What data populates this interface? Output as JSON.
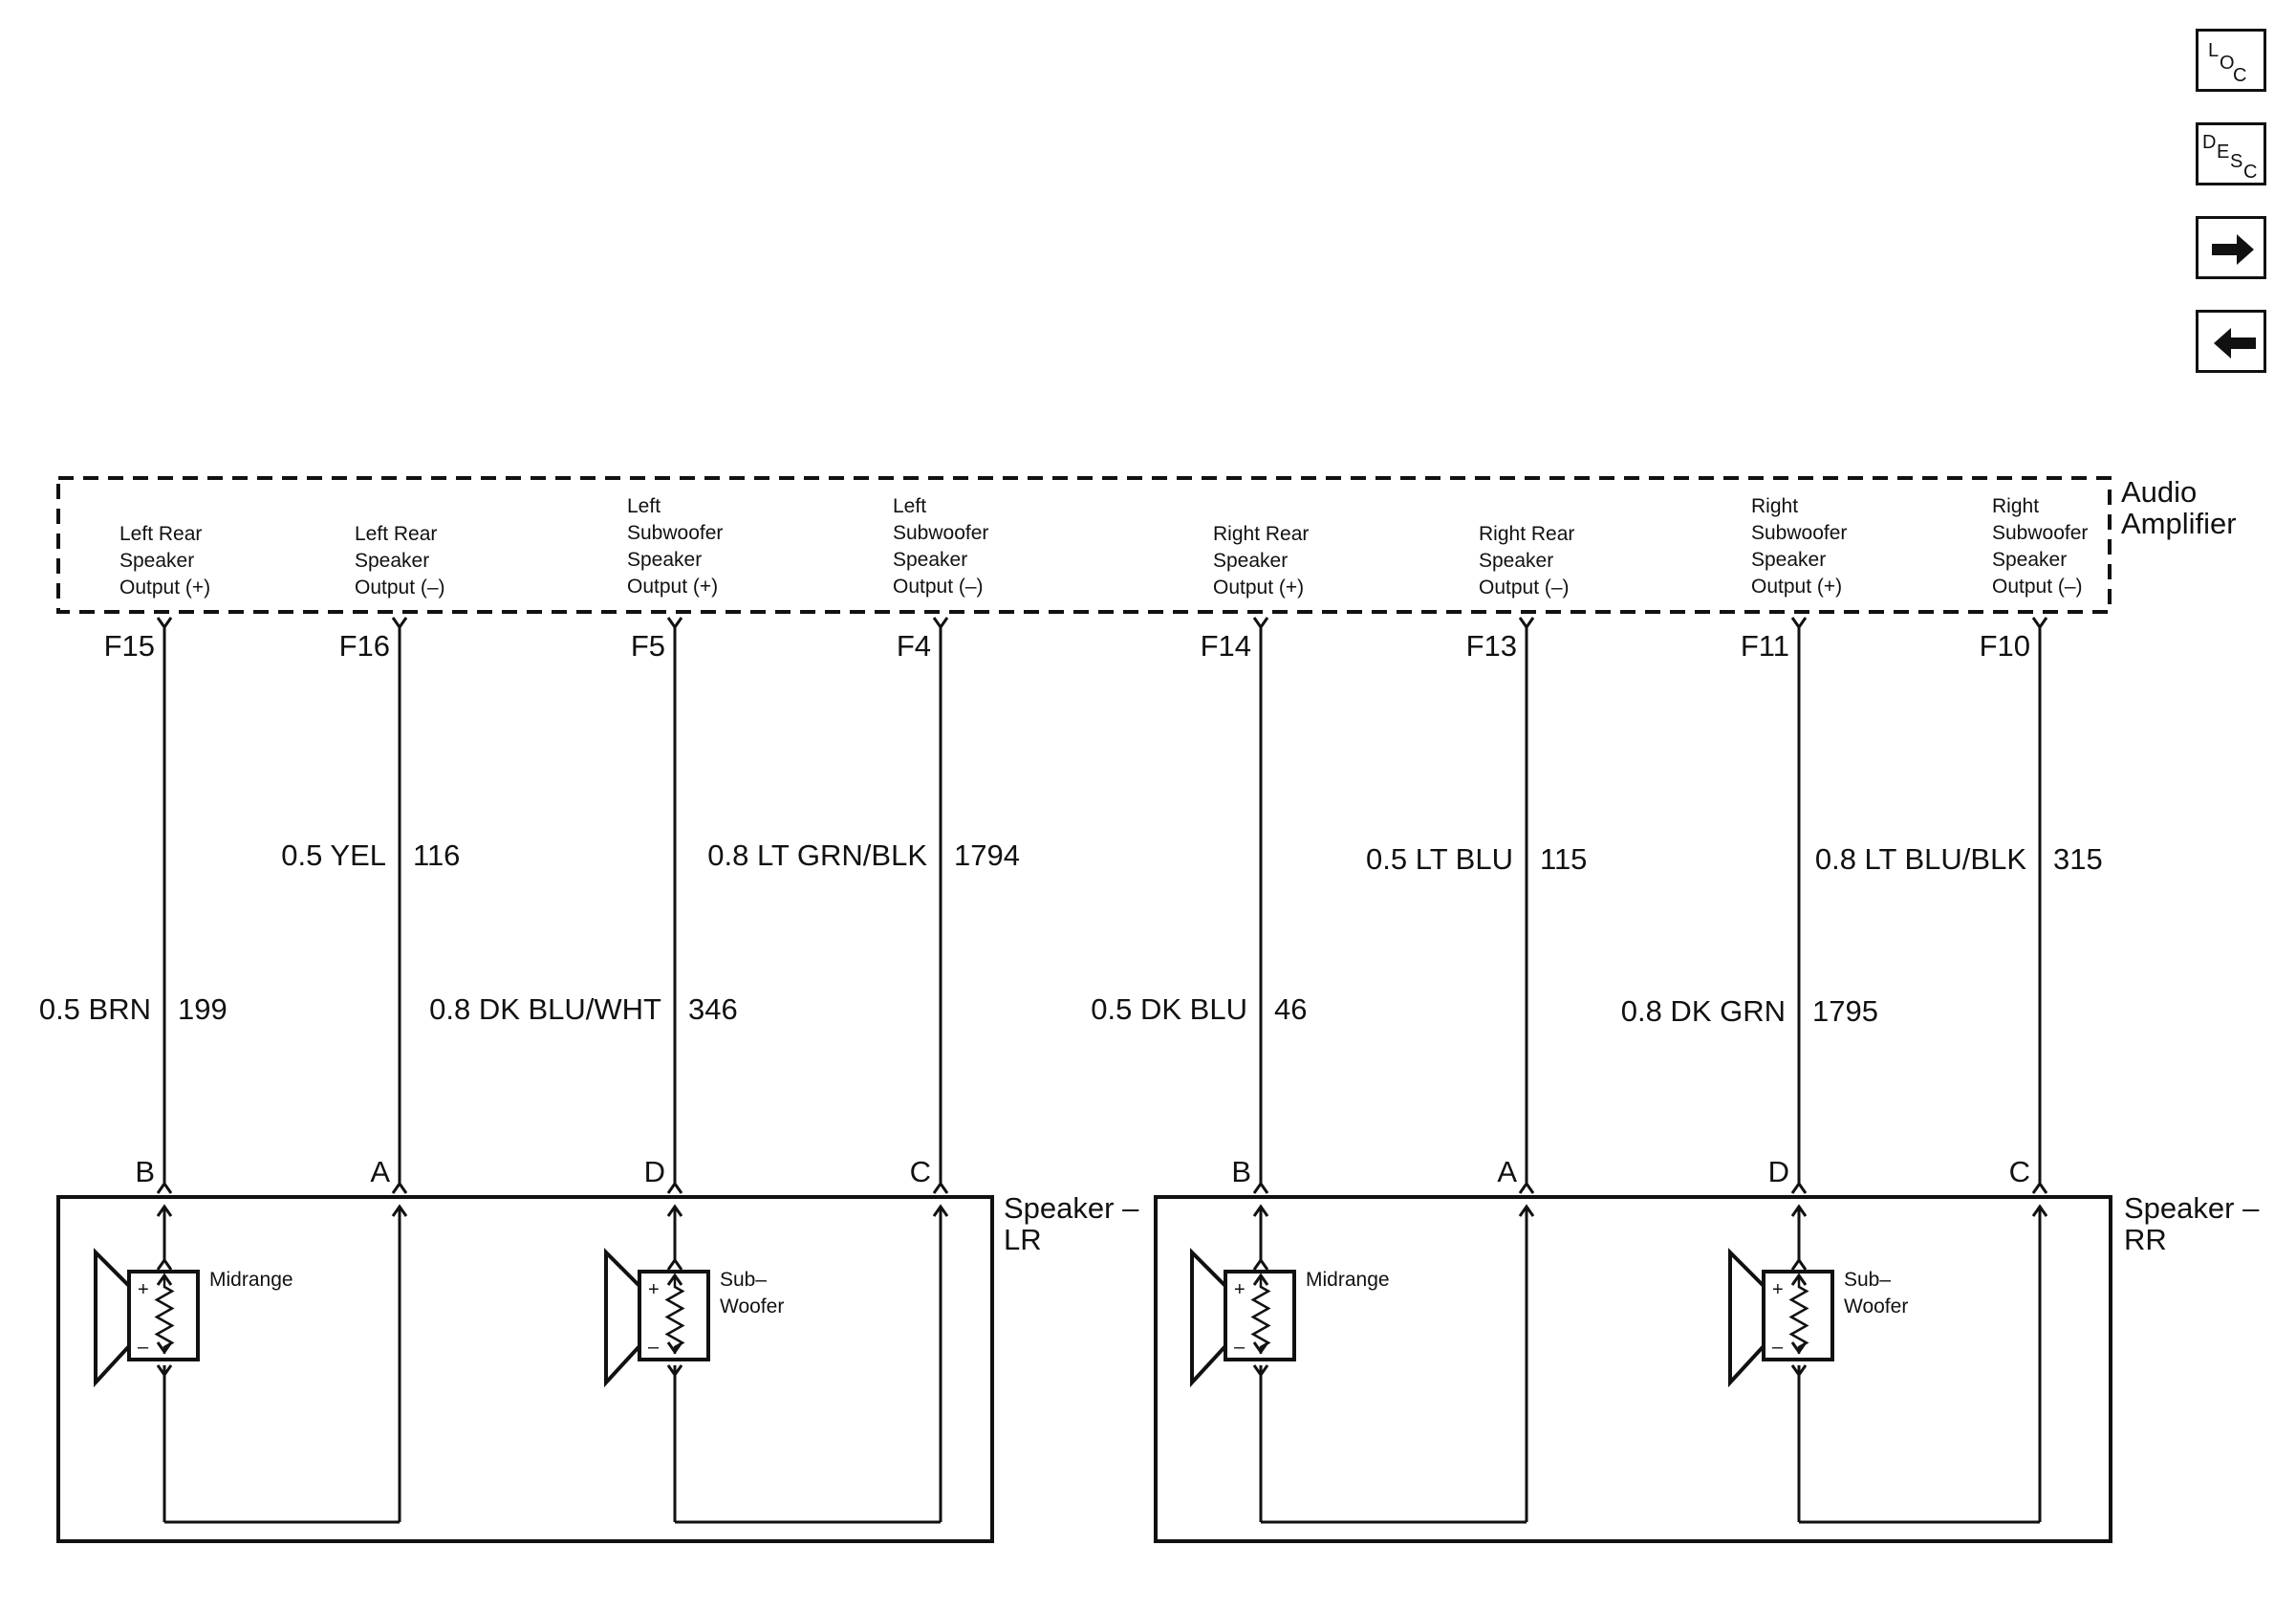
{
  "navigation": {
    "loc": {
      "letters": [
        "L",
        "O",
        "C"
      ]
    },
    "desc": {
      "letters": [
        "D",
        "E",
        "S",
        "C"
      ]
    },
    "next_icon": "arrow-right-icon",
    "prev_icon": "arrow-left-icon"
  },
  "amplifier": {
    "title_line1": "Audio",
    "title_line2": "Amplifier",
    "terminals": [
      {
        "pin": "F15",
        "label": [
          "Left Rear",
          "Speaker",
          "Output (+)"
        ],
        "wire_color": "0.5 BRN",
        "circuit": "199",
        "speaker_pin": "B"
      },
      {
        "pin": "F16",
        "label": [
          "Left Rear",
          "Speaker",
          "Output (–)"
        ],
        "wire_color": "0.5 YEL",
        "circuit": "116",
        "speaker_pin": "A"
      },
      {
        "pin": "F5",
        "label": [
          "Left",
          "Subwoofer",
          "Speaker",
          "Output (+)"
        ],
        "wire_color": "0.8 DK BLU/WHT",
        "circuit": "346",
        "speaker_pin": "D"
      },
      {
        "pin": "F4",
        "label": [
          "Left",
          "Subwoofer",
          "Speaker",
          "Output (–)"
        ],
        "wire_color": "0.8 LT GRN/BLK",
        "circuit": "1794",
        "speaker_pin": "C"
      },
      {
        "pin": "F14",
        "label": [
          "Right Rear",
          "Speaker",
          "Output (+)"
        ],
        "wire_color": "0.5 DK BLU",
        "circuit": "46",
        "speaker_pin": "B"
      },
      {
        "pin": "F13",
        "label": [
          "Right Rear",
          "Speaker",
          "Output (–)"
        ],
        "wire_color": "0.5 LT BLU",
        "circuit": "115",
        "speaker_pin": "A"
      },
      {
        "pin": "F11",
        "label": [
          "Right",
          "Subwoofer",
          "Speaker",
          "Output (+)"
        ],
        "wire_color": "0.8 DK GRN",
        "circuit": "1795",
        "speaker_pin": "D"
      },
      {
        "pin": "F10",
        "label": [
          "Right",
          "Subwoofer",
          "Speaker",
          "Output (–)"
        ],
        "wire_color": "0.8 LT BLU/BLK",
        "circuit": "315",
        "speaker_pin": "C"
      }
    ]
  },
  "speakers": [
    {
      "name_line1": "Speaker –",
      "name_line2": "LR",
      "drivers": [
        {
          "name": [
            "Midrange"
          ]
        },
        {
          "name": [
            "Sub–",
            "Woofer"
          ]
        }
      ]
    },
    {
      "name_line1": "Speaker –",
      "name_line2": "RR",
      "drivers": [
        {
          "name": [
            "Midrange"
          ]
        },
        {
          "name": [
            "Sub–",
            "Woofer"
          ]
        }
      ]
    }
  ],
  "polarity": {
    "plus": "+",
    "minus": "–"
  }
}
